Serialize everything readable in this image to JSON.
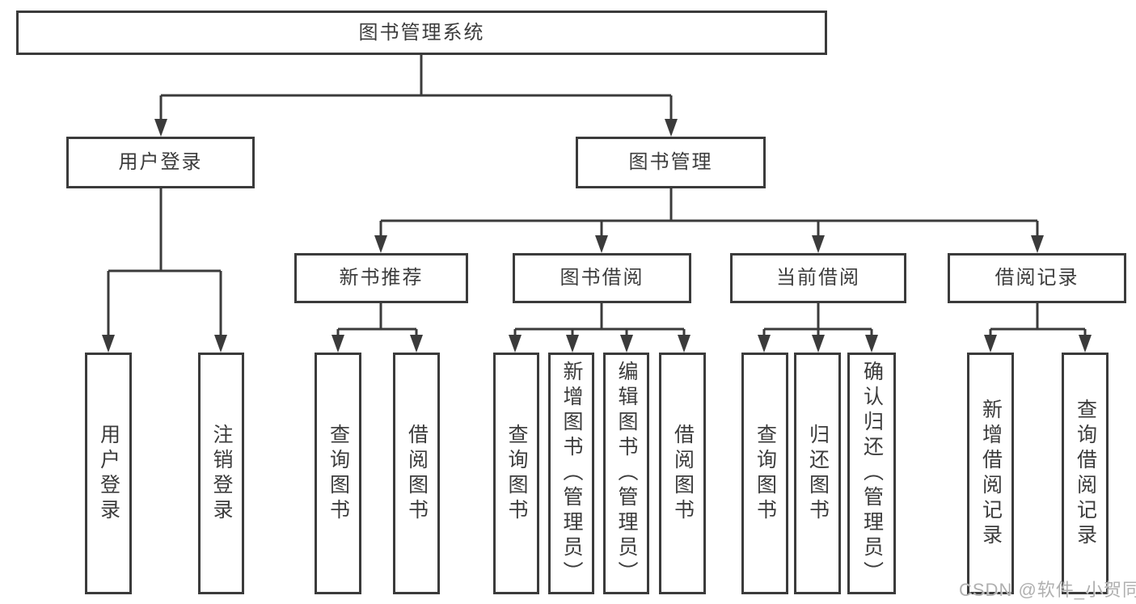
{
  "diagram_title": "图书管理系统",
  "tree": {
    "label": "图书管理系统",
    "children": [
      {
        "label": "用户登录",
        "children": [
          {
            "label": "用户登录"
          },
          {
            "label": "注销登录"
          }
        ]
      },
      {
        "label": "图书管理",
        "children": [
          {
            "label": "新书推荐",
            "children": [
              {
                "label": "查询图书"
              },
              {
                "label": "借阅图书"
              }
            ]
          },
          {
            "label": "图书借阅",
            "children": [
              {
                "label": "查询图书"
              },
              {
                "label": "新增图书（管理员）"
              },
              {
                "label": "编辑图书（管理员）"
              },
              {
                "label": "借阅图书"
              }
            ]
          },
          {
            "label": "当前借阅",
            "children": [
              {
                "label": "查询图书"
              },
              {
                "label": "归还图书"
              },
              {
                "label": "确认归还（管理员）"
              }
            ]
          },
          {
            "label": "借阅记录",
            "children": [
              {
                "label": "新增借阅记录"
              },
              {
                "label": "查询借阅记录"
              }
            ]
          }
        ]
      }
    ]
  },
  "watermark": "CSDN @软件_小贺同学",
  "colors": {
    "line": "#3b3b3b",
    "text": "#3c3c3c",
    "background": "#ffffff",
    "watermark": "#b0b0b0"
  }
}
